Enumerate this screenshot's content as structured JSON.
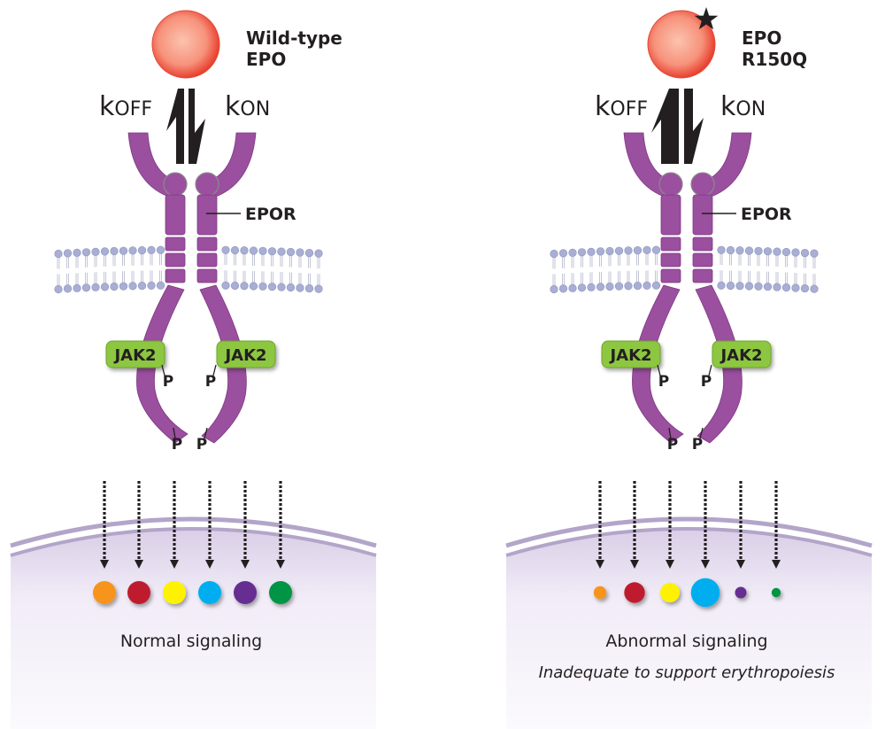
{
  "panels": [
    {
      "id": "wild-type",
      "ligand_label_line1": "Wild-type",
      "ligand_label_line2": "EPO",
      "ligand_mutated": false,
      "koff": {
        "k": "k",
        "sub": "OFF"
      },
      "kon": {
        "k": "k",
        "sub": "ON"
      },
      "arrow_thickness": "normal",
      "receptor_label": "EPOR",
      "kinase_labels": [
        "JAK2",
        "JAK2"
      ],
      "phospho_labels": [
        "P",
        "P",
        "P",
        "P"
      ],
      "signal_arrow_count": 6,
      "signal_molecules": [
        {
          "color": "#f7941d",
          "relative_size": 1.0
        },
        {
          "color": "#be1e2d",
          "relative_size": 1.0
        },
        {
          "color": "#fff200",
          "relative_size": 1.0
        },
        {
          "color": "#00aeef",
          "relative_size": 1.0
        },
        {
          "color": "#662d91",
          "relative_size": 1.0
        },
        {
          "color": "#009444",
          "relative_size": 1.0
        }
      ],
      "caption": "Normal signaling",
      "subcaption": ""
    },
    {
      "id": "mutant",
      "ligand_label_line1": "EPO",
      "ligand_label_line2": "R150Q",
      "ligand_mutated": true,
      "koff": {
        "k": "k",
        "sub": "OFF"
      },
      "kon": {
        "k": "k",
        "sub": "ON"
      },
      "arrow_thickness": "thick-koff",
      "receptor_label": "EPOR",
      "kinase_labels": [
        "JAK2",
        "JAK2"
      ],
      "phospho_labels": [
        "P",
        "P",
        "P",
        "P"
      ],
      "signal_arrow_count": 6,
      "signal_molecules": [
        {
          "color": "#f7941d",
          "relative_size": 0.55
        },
        {
          "color": "#be1e2d",
          "relative_size": 0.9
        },
        {
          "color": "#fff200",
          "relative_size": 0.85
        },
        {
          "color": "#00aeef",
          "relative_size": 1.25
        },
        {
          "color": "#662d91",
          "relative_size": 0.5
        },
        {
          "color": "#009444",
          "relative_size": 0.4
        }
      ],
      "caption": "Abnormal signaling",
      "subcaption": "Inadequate to support erythropoiesis"
    }
  ],
  "colors": {
    "receptor": "#9b4f9f",
    "receptor_light": "#b77bbb",
    "jak2": "#8dc63f",
    "ligand": "#f26b5b",
    "membrane_head": "#a9aed4",
    "nucleus_line": "#b3a5c9",
    "nucleus_fill": "#f3eff8"
  }
}
